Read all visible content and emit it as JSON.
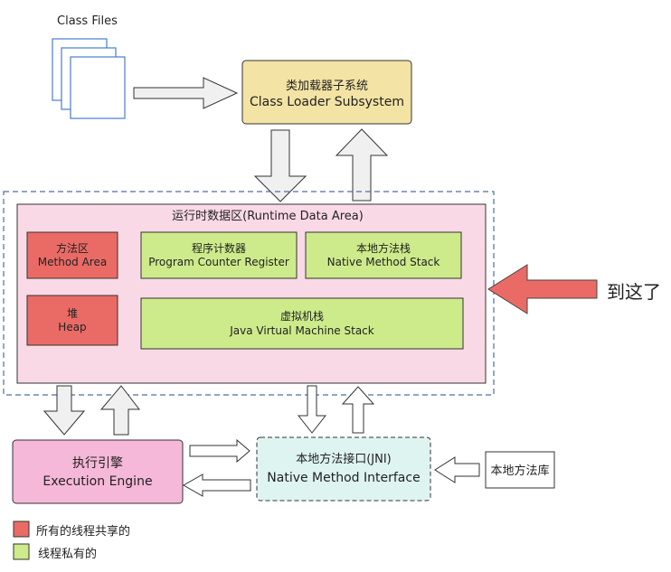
{
  "class_files": {
    "label": "Class Files"
  },
  "class_loader": {
    "line1": "类加载器子系统",
    "line2": "Class Loader Subsystem"
  },
  "runtime_area": {
    "title": "运行时数据区(Runtime Data Area)"
  },
  "method_area": {
    "line1": "方法区",
    "line2": "Method Area"
  },
  "program_counter": {
    "line1": "程序计数器",
    "line2": "Program Counter Register"
  },
  "native_stack": {
    "line1": "本地方法栈",
    "line2": "Native Method Stack"
  },
  "heap": {
    "line1": "堆",
    "line2": "Heap"
  },
  "jvm_stack": {
    "line1": "虚拟机栈",
    "line2": "Java Virtual Machine Stack"
  },
  "execution_engine": {
    "line1": "执行引擎",
    "line2": "Execution Engine"
  },
  "jni": {
    "line1": "本地方法接口(JNI)",
    "line2": "Native Method Interface"
  },
  "native_lib": {
    "label": "本地方法库"
  },
  "pointer": {
    "label": "到这了"
  },
  "legend": {
    "shared": "所有的线程共享的",
    "private": "线程私有的"
  },
  "colors": {
    "shared_red": "#ea6b66",
    "private_green": "#cdeb8b",
    "runtime_pink": "#fad9e6",
    "loader_yellow": "#f3e3a4",
    "engine_pink": "#f6b8d8",
    "jni_cyan": "#def4f0",
    "pointer_red": "#ea6b66"
  }
}
